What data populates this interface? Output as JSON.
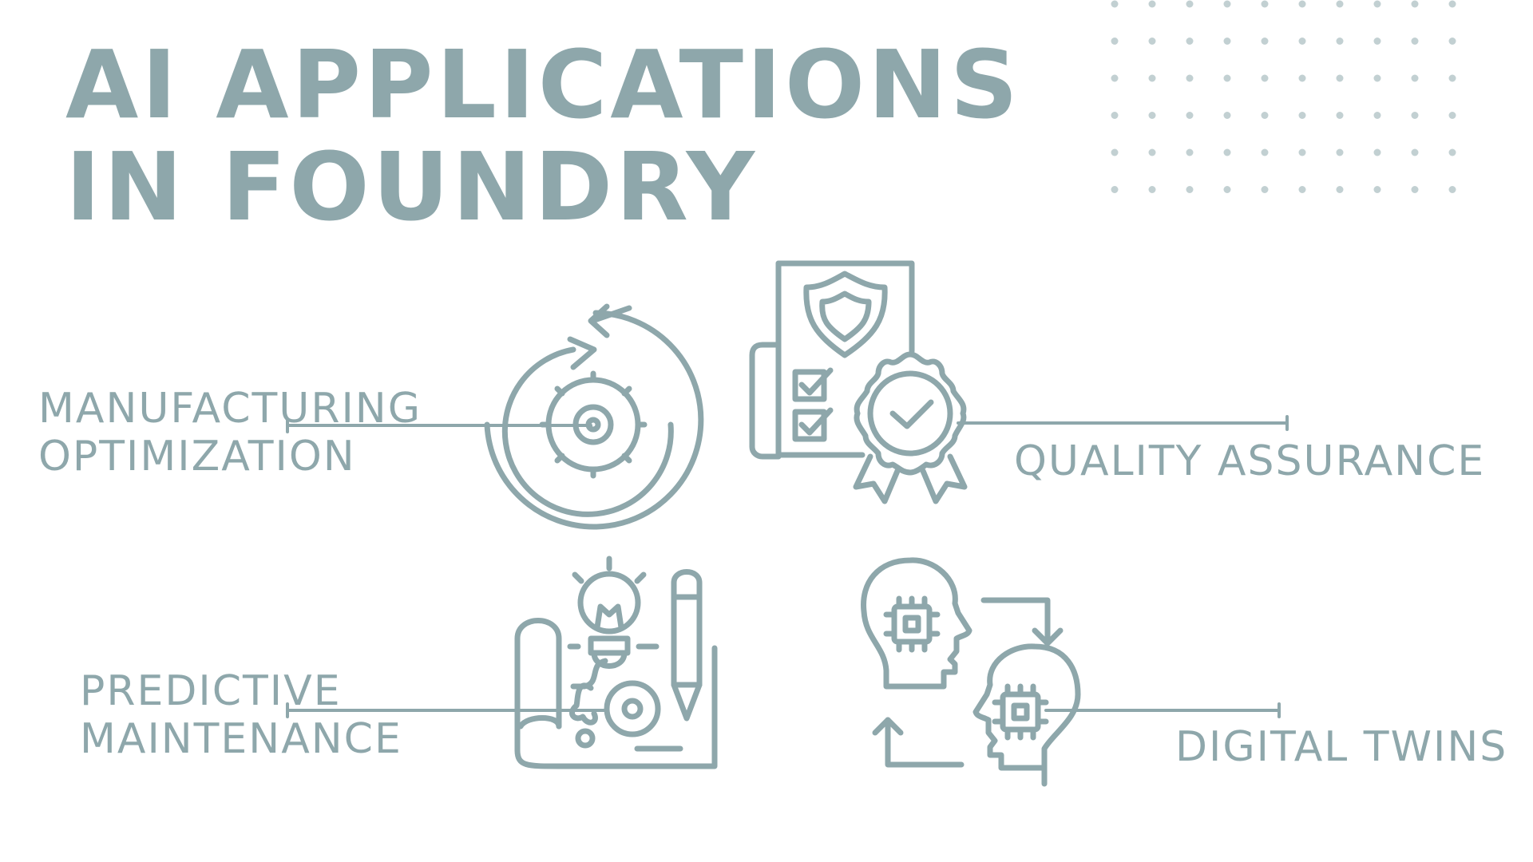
{
  "title": {
    "line1": "AI APPLICATIONS",
    "line2": "IN FOUNDRY"
  },
  "items": [
    {
      "line1": "MANUFACTURING",
      "line2": "OPTIMIZATION",
      "icon": "gear-cycle-icon"
    },
    {
      "line1": "QUALITY ASSURANCE",
      "icon": "certificate-shield-icon"
    },
    {
      "line1": "PREDICTIVE",
      "line2": "MAINTENANCE",
      "icon": "blueprint-lightbulb-icon"
    },
    {
      "line1": "DIGITAL TWINS",
      "icon": "twin-heads-chip-icon"
    }
  ],
  "colors": {
    "accent": "#8ea7ab",
    "background": "#ffffff"
  }
}
